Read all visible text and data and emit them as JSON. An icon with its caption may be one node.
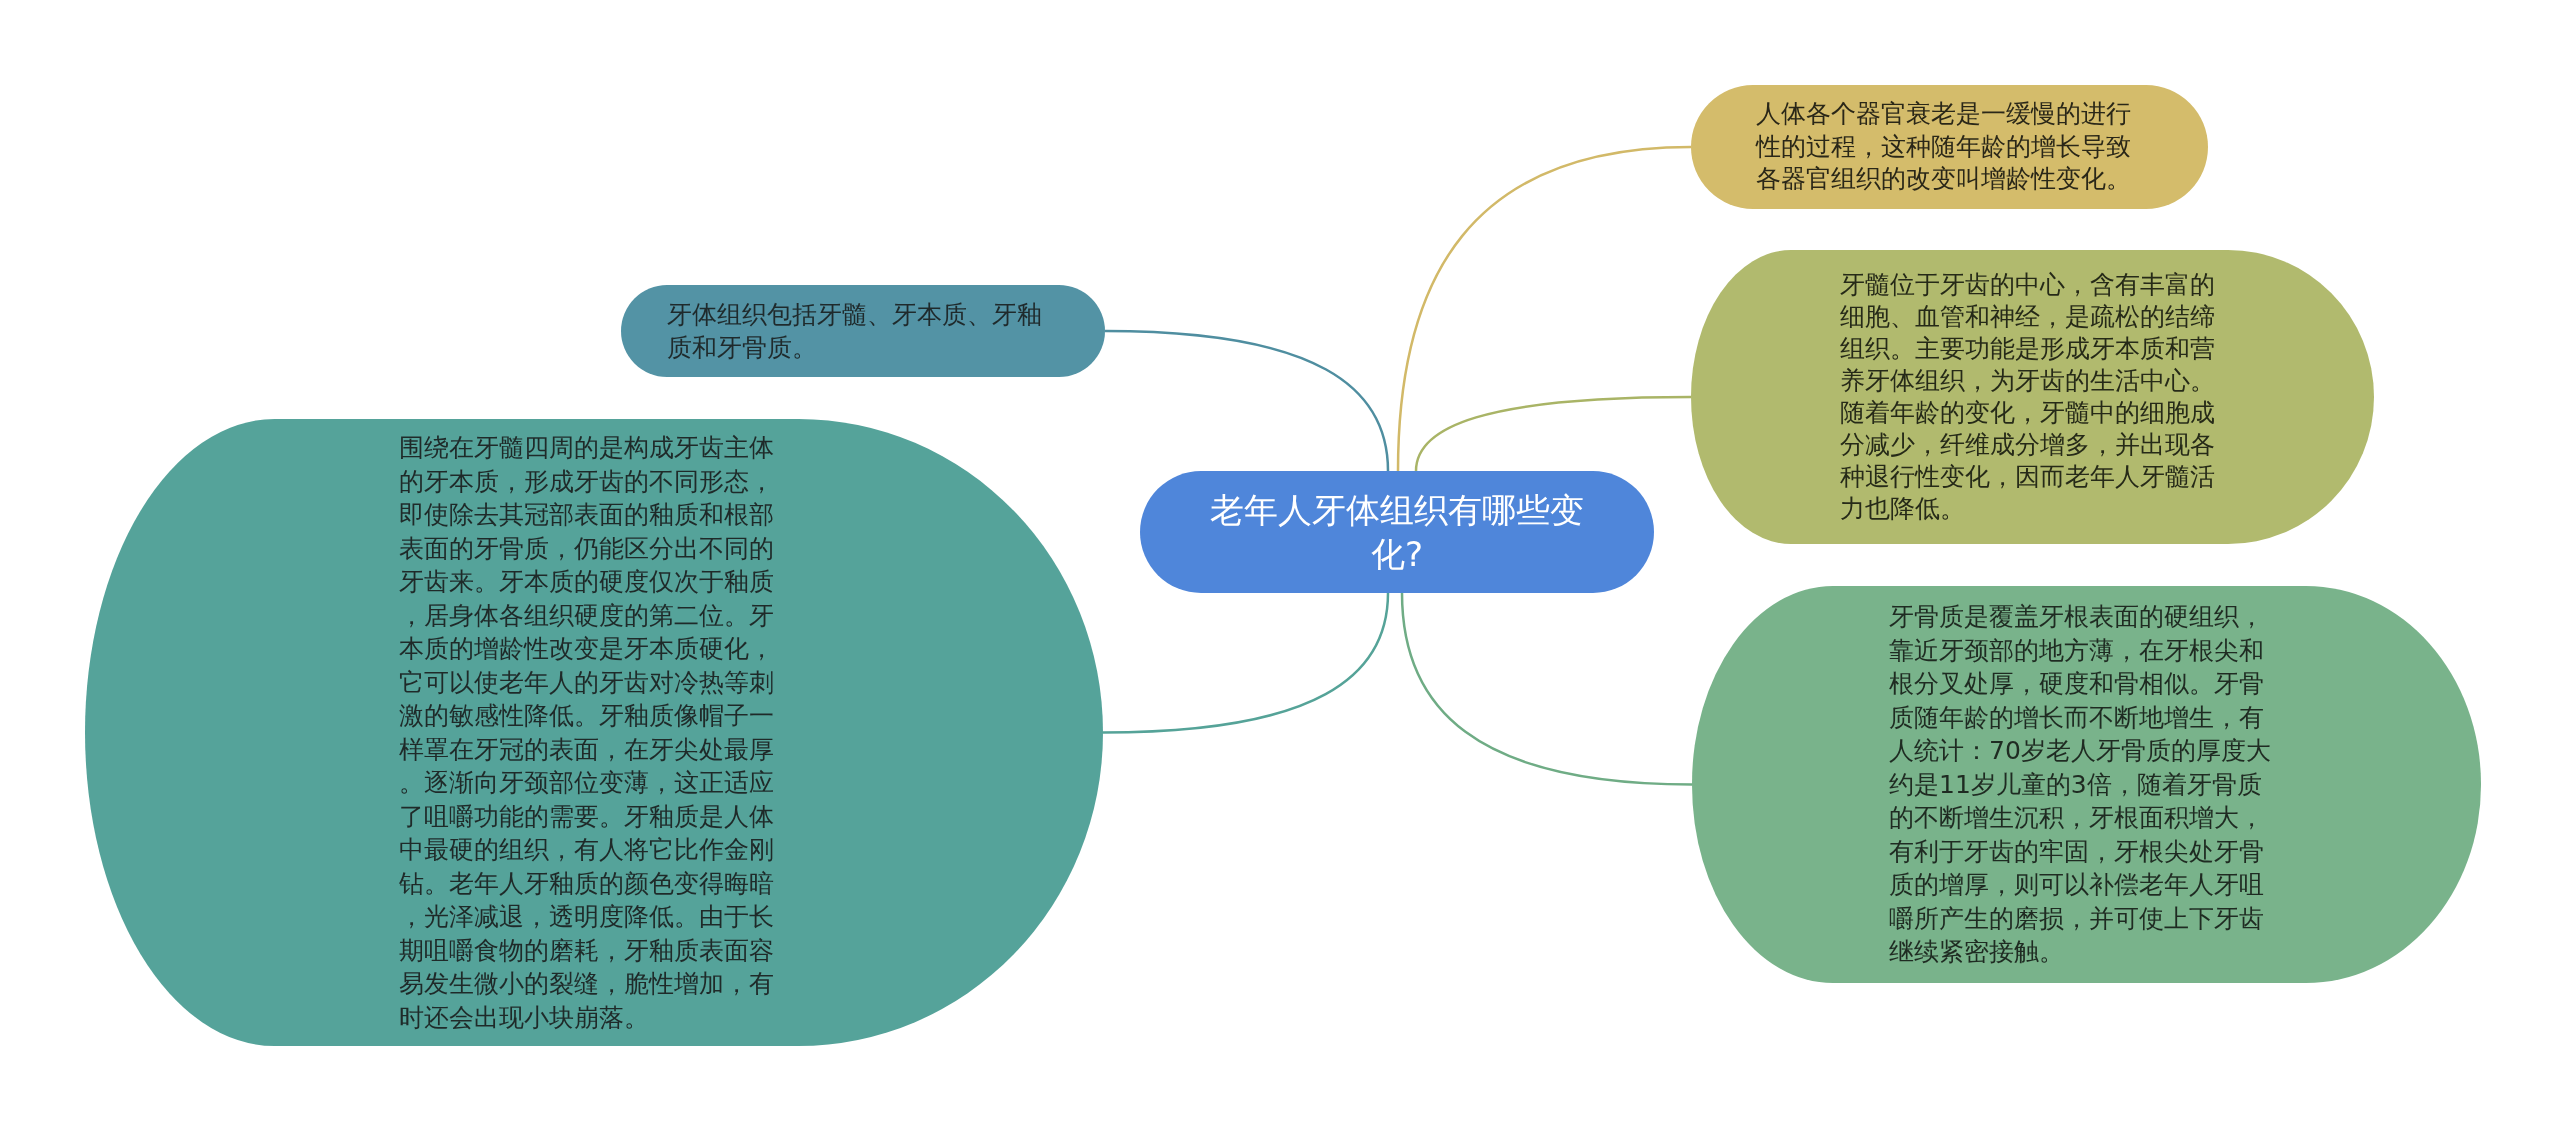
{
  "diagram": {
    "nodes": [
      {
        "text": [
          "老年人牙体组织有哪些变化?"
        ]
      },
      {
        "text": [
          "牙体组织包括牙髓、牙本质、牙釉质和牙骨质。"
        ]
      },
      {
        "text": [
          "围绕在牙髓四周的是构成牙齿主体的牙本质，形成牙齿的不同形态，即使除去其冠部表面的釉质和根部表面的牙骨质，仍能区分出不同的牙齿来。牙本质的硬度仅次于釉质，居身体各组织硬度的第二位。牙本质的增龄性改变是牙本质硬化，它可以使老年人的牙齿对冷热等刺激的敏感性降低。牙釉质像帽子一样罩在牙冠的表面，在牙尖处最厚。逐渐向牙颈部位变薄，这正适应了咀嚼功能的需要。牙釉质是人体中最硬的组织，有人将它比作金刚钻。老年人牙釉质的颜色变得晦暗，光泽减退，透明度降低。由于长期咀嚼食物的磨耗，牙釉质表面容易发生微小的裂缝，脆性增加，有时还会出现小块崩落。"
        ]
      },
      {
        "text": [
          "人体各个器官衰老是一缓慢的进行性的过程，这种随年龄的增长导致各器官组织的改变叫增龄性变化。"
        ]
      },
      {
        "text": [
          "牙髓位于牙齿的中心，含有丰富的细胞、血管和神经，是疏松的结缔组织。主要功能是形成牙本质和营养牙体组织，为牙齿的生活中心。随着年龄的变化，牙髓中的细胞成分减少，纤维成分增多，并出现各种退行性变化，因而老年人牙髓活力也降低。"
        ]
      },
      {
        "text": [
          "牙骨质是覆盖牙根表面的硬组织，靠近牙颈部的地方薄，在牙根尖和根分叉处厚，硬度和骨相似。牙骨质随年龄的增长而不断地增生，有人统计：70岁老人牙骨质的厚度大约是11岁儿童的3倍，随着牙骨质的不断增生沉积，牙根面积增大，有利于牙齿的牢固，牙根尖处牙骨质的增厚，则可以补偿老年人牙咀嚼所产生的磨损，并可使上下牙齿继续紧密接触。"
        ]
      }
    ],
    "edges": [
      {
        "from": 0,
        "to": 1,
        "arrow": "none",
        "color": "#4f8ea0"
      },
      {
        "from": 0,
        "to": 2,
        "arrow": "none",
        "color": "#55a398"
      },
      {
        "from": 0,
        "to": 3,
        "arrow": "none",
        "color": "#d2b968"
      },
      {
        "from": 0,
        "to": 4,
        "arrow": "none",
        "color": "#a9b466"
      },
      {
        "from": 0,
        "to": 5,
        "arrow": "none",
        "color": "#6fac85"
      }
    ]
  }
}
